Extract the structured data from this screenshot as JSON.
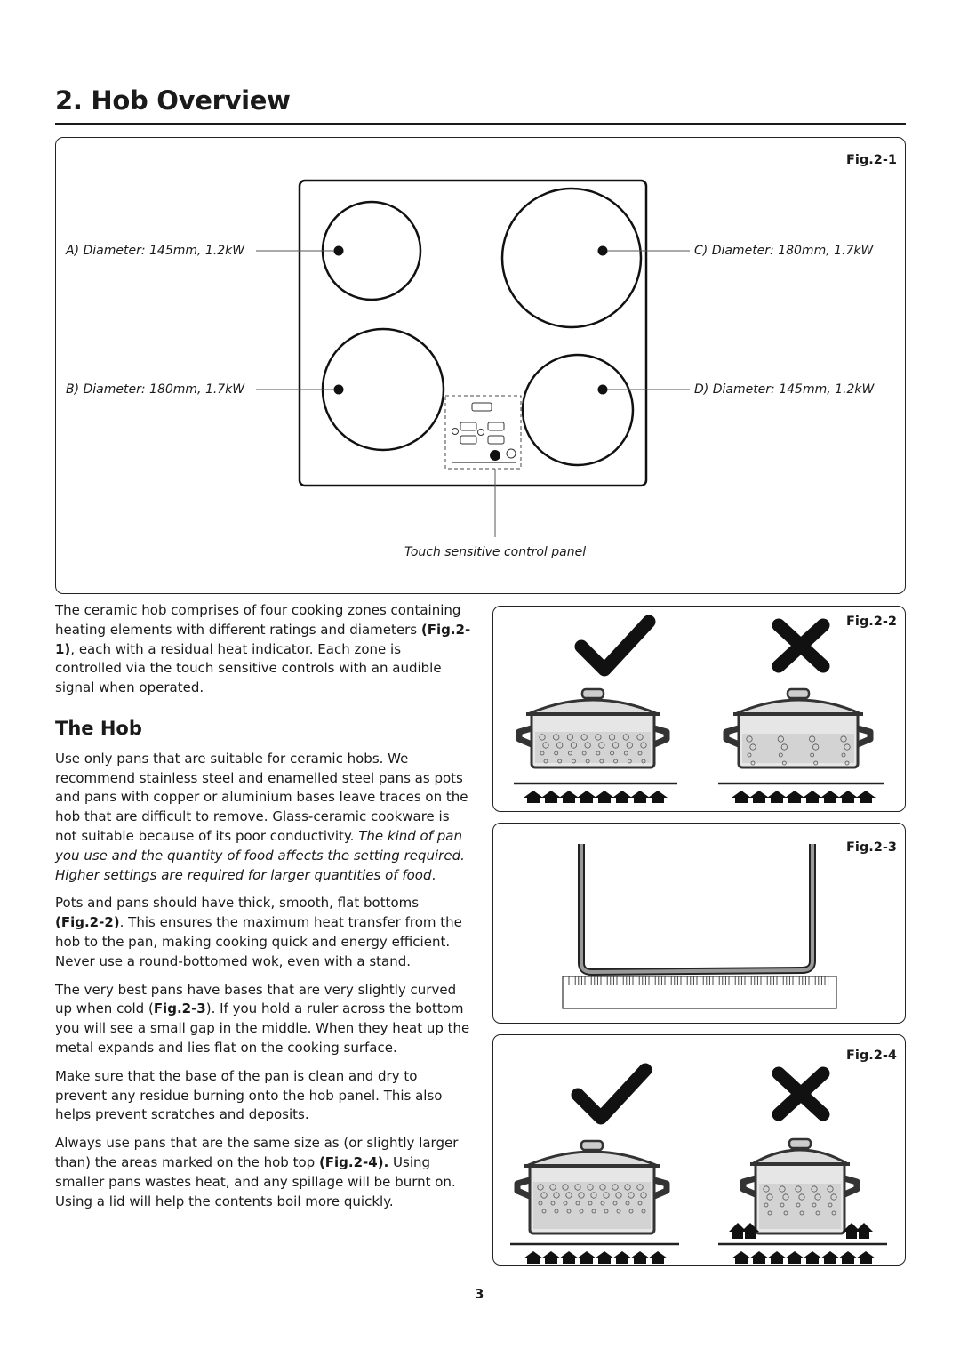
{
  "page": {
    "heading": "2. Hob Overview",
    "number": "3"
  },
  "fig1": {
    "label": "Fig.2-1",
    "zone_a": "A)  Diameter: 145mm, 1.2kW",
    "zone_b": "B)  Diameter: 180mm, 1.7kW",
    "zone_c": "C)  Diameter: 180mm, 1.7kW",
    "zone_d": "D)  Diameter: 145mm, 1.2kW",
    "caption": "Touch sensitive control panel"
  },
  "fig2": {
    "label": "Fig.2-2"
  },
  "fig3": {
    "label": "Fig.2-3"
  },
  "fig4": {
    "label": "Fig.2-4"
  },
  "text": {
    "intro_1": "The ceramic hob comprises of four cooking zones containing heating elements with different ratings and diameters ",
    "intro_ref": "(Fig.2-1)",
    "intro_2": ", each with a residual heat indicator. Each zone is controlled via the touch sensitive controls with an audible signal when operated.",
    "subheading": "The Hob",
    "p1_plain": "Use only pans that are suitable for ceramic hobs. We recommend stainless steel and enamelled steel pans as pots and pans with copper or aluminium bases leave traces on the hob that are difficult to remove. Glass-ceramic cookware is not suitable because of its poor conductivity. ",
    "p1_italic": "The kind of pan you use and the quantity of food affects the setting required. Higher settings are required for larger quantities of food",
    "p1_end": ".",
    "p2_1": "Pots and pans should have thick, smooth, flat bottoms ",
    "p2_ref": "(Fig.2-2)",
    "p2_2": ". This ensures the maximum heat transfer from the hob to the pan, making cooking quick and energy efficient. Never use a round-bottomed wok, even with a stand.",
    "p3_1": "The very best pans have bases that are very slightly curved up when cold (",
    "p3_ref": "Fig.2-3",
    "p3_2": "). If you hold a ruler across the bottom you will see a small gap in the middle. When they heat up the metal expands and lies flat on the cooking surface.",
    "p4": "Make sure that the base of the pan is clean and dry to prevent any residue burning onto the hob panel. This also helps prevent scratches and deposits.",
    "p5_1": "Always use pans that are the same size as (or slightly larger than) the areas marked on the hob top ",
    "p5_ref": "(Fig.2-4).",
    "p5_2": " Using smaller pans wastes heat, and any spillage will be burnt on. Using a lid will help the contents boil more quickly."
  },
  "icons": [
    "check-icon",
    "cross-icon",
    "pan-icon",
    "heat-arrow-icon",
    "control-panel-icon"
  ]
}
